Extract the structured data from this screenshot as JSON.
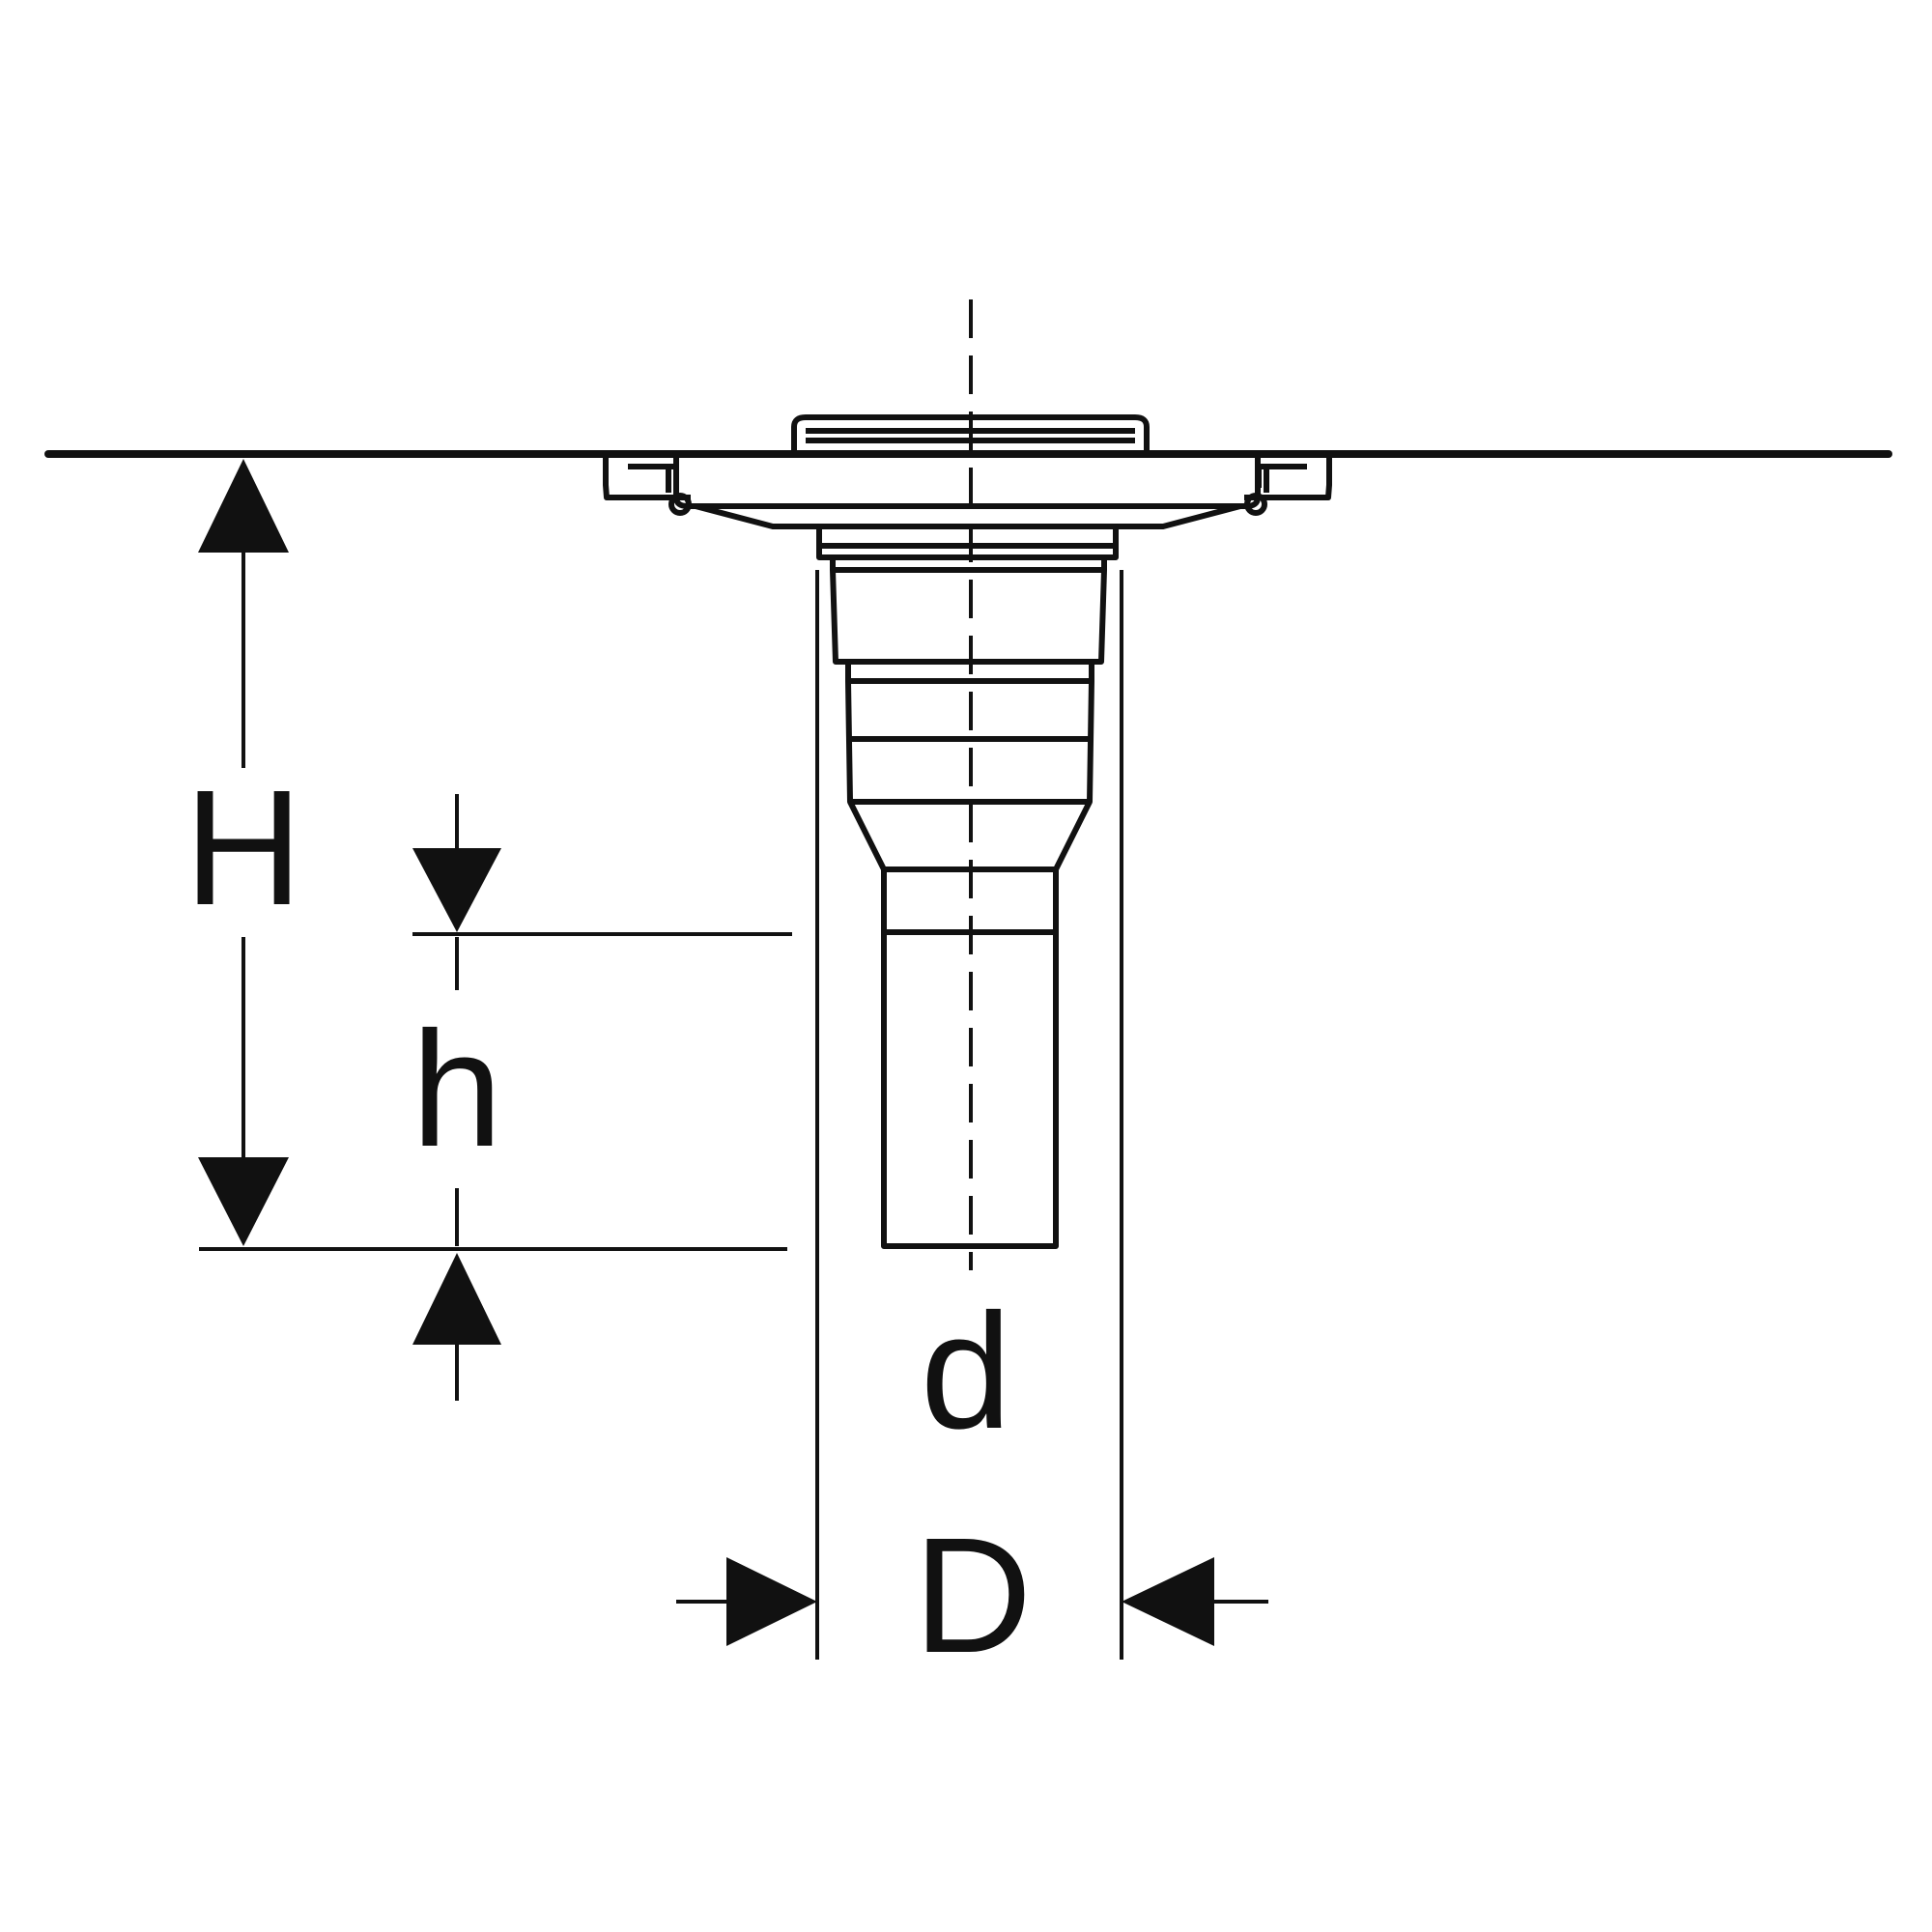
{
  "dimensions": {
    "overall_height_label": "H",
    "insertion_depth_label": "h",
    "outlet_diameter_label": "d",
    "outer_diameter_label": "D"
  },
  "colors": {
    "stroke": "#111111",
    "background": "#ffffff"
  }
}
